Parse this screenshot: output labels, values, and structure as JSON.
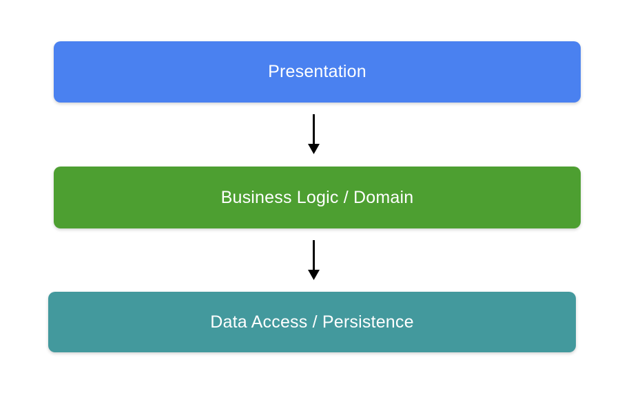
{
  "canvas": {
    "background": "#ffffff"
  },
  "text_color": "#ffffff",
  "layers": [
    {
      "label": "Presentation",
      "color": "#4a81f0"
    },
    {
      "label": "Business Logic / Domain",
      "color": "#4d9f31"
    },
    {
      "label": "Data Access / Persistence",
      "color": "#43999d"
    }
  ],
  "arrows": [
    {
      "name": "presentation-to-business",
      "color": "#000000"
    },
    {
      "name": "business-to-data",
      "color": "#000000"
    }
  ]
}
